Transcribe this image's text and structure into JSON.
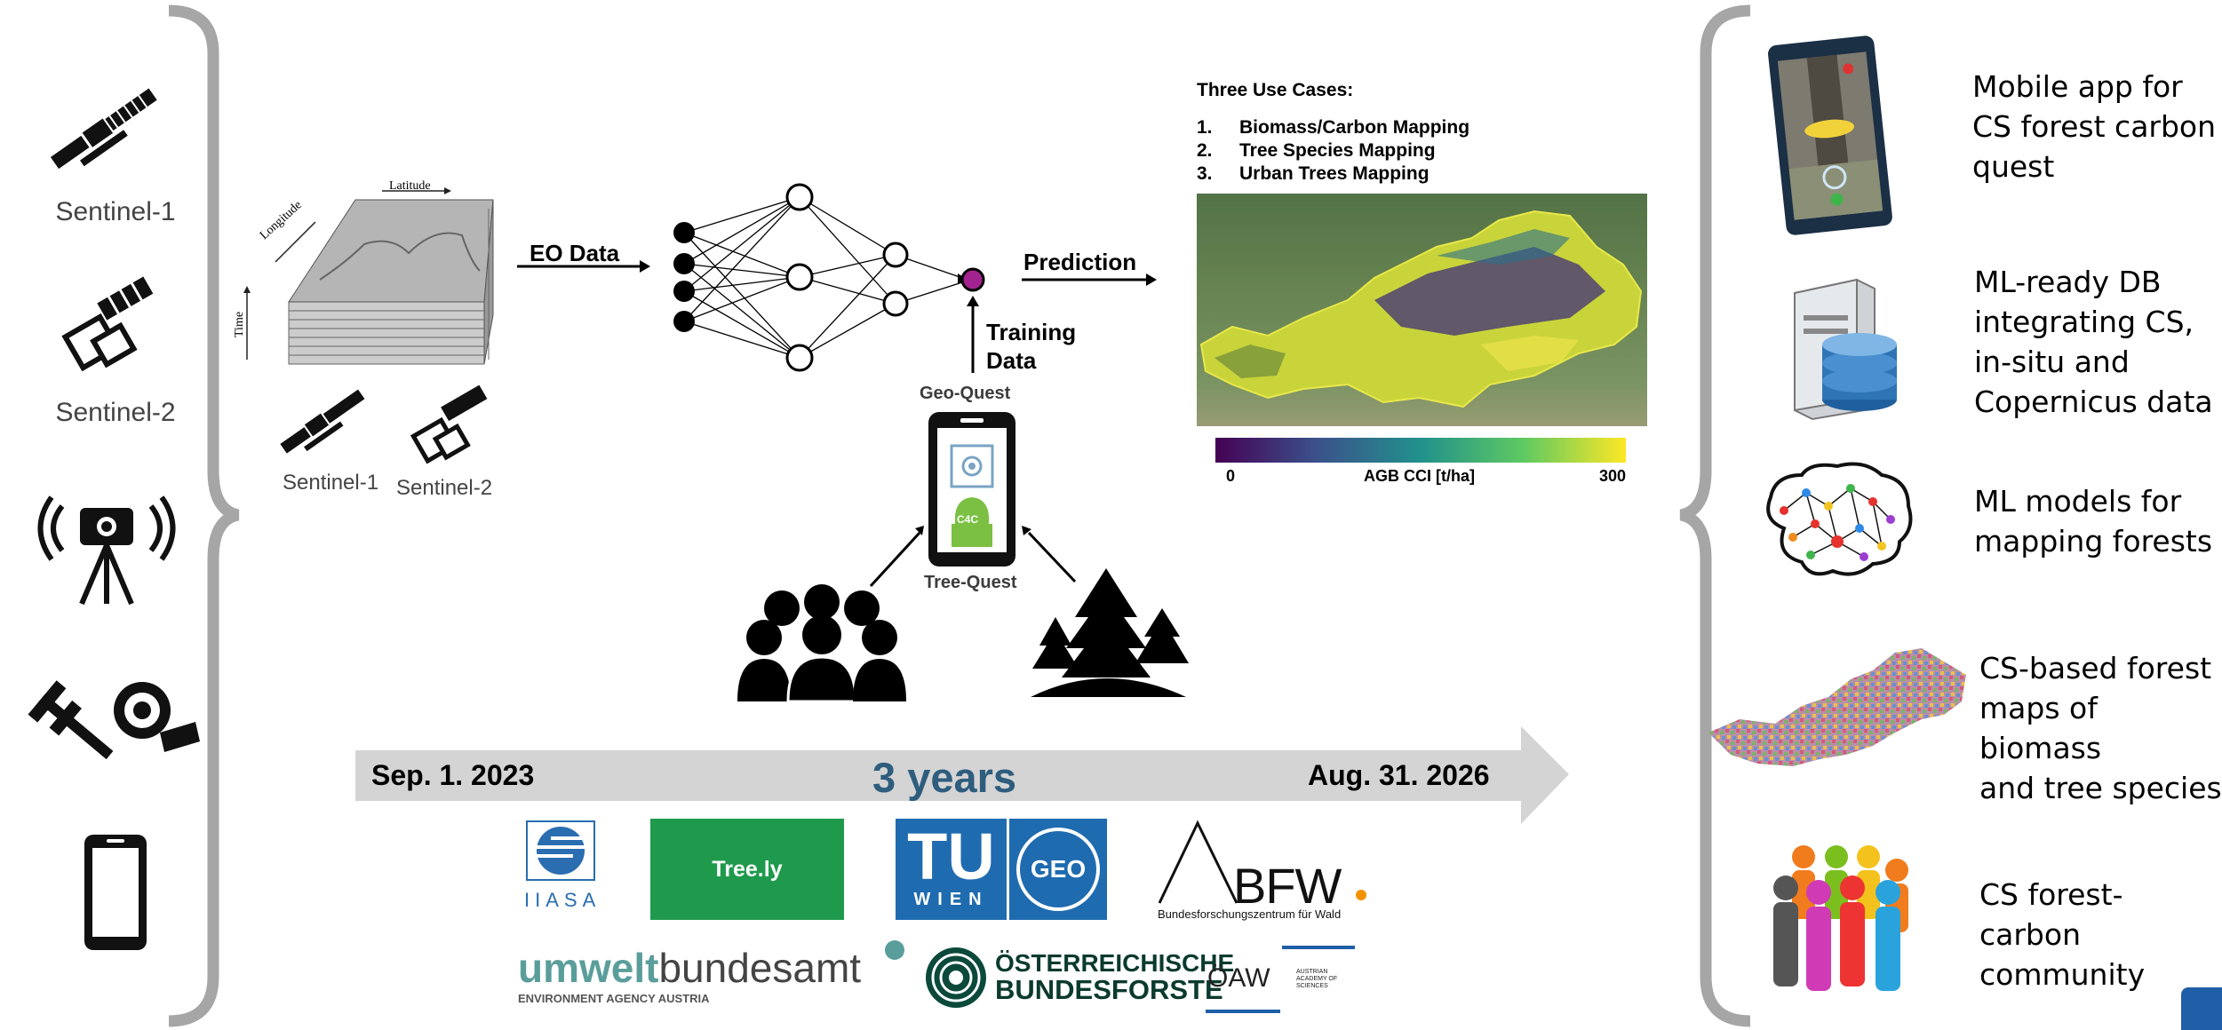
{
  "left_sources": {
    "sentinel1_label": "Sentinel-1",
    "sentinel2_label": "Sentinel-2",
    "icons": [
      "satellite-icon",
      "satellite-box-icon",
      "laser-scanner-icon",
      "caliper-tape-icon",
      "smartphone-icon"
    ]
  },
  "datacube": {
    "axis_latitude": "Latitude",
    "axis_longitude": "Longitude",
    "axis_time": "Time",
    "sentinel1_small": "Sentinel-1",
    "sentinel2_small": "Sentinel-2"
  },
  "flow": {
    "eo_data": "EO Data",
    "prediction": "Prediction",
    "training_data_line1": "Training",
    "training_data_line2": "Data",
    "geo_quest": "Geo-Quest",
    "tree_quest": "Tree-Quest",
    "app_badge": "C4C"
  },
  "use_cases": {
    "title": "Three Use Cases:",
    "items": [
      {
        "num": "1.",
        "text": "Biomass/Carbon Mapping"
      },
      {
        "num": "2.",
        "text": "Tree Species Mapping"
      },
      {
        "num": "3.",
        "text": "Urban Trees Mapping"
      }
    ]
  },
  "map_legend": {
    "min": "0",
    "max": "300",
    "label": "AGB CCI [t/ha]",
    "colors": [
      "#440154",
      "#3b528b",
      "#21918c",
      "#5ec962",
      "#fde725"
    ]
  },
  "timeline": {
    "start": "Sep. 1. 2023",
    "duration": "3 years",
    "end": "Aug. 31. 2026"
  },
  "partners": {
    "iiasa": "IIASA",
    "treely": "Tree.ly",
    "tu_wien_tu": "TU",
    "tu_wien_wien": "WIEN",
    "geo": "GEO",
    "bfw": "BFW",
    "bfw_sub": "Bundesforschungszentrum für Wald",
    "umwelt_a": "umwelt",
    "umwelt_b": "bundesamt",
    "umwelt_sub": "ENVIRONMENT AGENCY AUSTRIA",
    "obf_line1": "ÖSTERREICHISCHE",
    "obf_line2": "BUNDESFORSTE",
    "oaw": "ÖAW",
    "oaw_sub": "AUSTRIAN ACADEMY OF SCIENCES"
  },
  "outputs": [
    {
      "lines": [
        "Mobile app for",
        "CS forest carbon",
        "quest"
      ]
    },
    {
      "lines": [
        "ML-ready DB",
        "integrating  CS,",
        "in-situ and",
        "Copernicus data"
      ]
    },
    {
      "lines": [
        "ML models for",
        "mapping forests"
      ]
    },
    {
      "lines": [
        "CS-based forest",
        "maps of biomass",
        "and tree species"
      ]
    },
    {
      "lines": [
        "CS forest-carbon",
        "community"
      ]
    }
  ]
}
